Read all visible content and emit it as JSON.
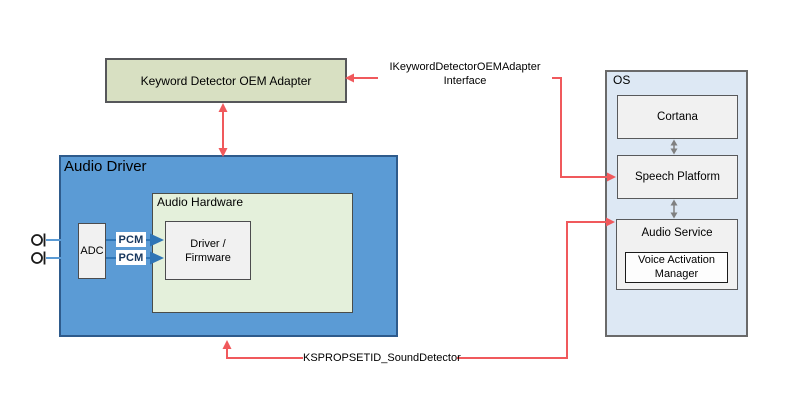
{
  "boxes": {
    "keyword_adapter": "Keyword Detector OEM Adapter",
    "audio_driver": "Audio Driver",
    "audio_hardware": "Audio Hardware",
    "driver_firmware": "Driver / Firmware",
    "adc": "ADC",
    "os": "OS",
    "cortana": "Cortana",
    "speech_platform": "Speech Platform",
    "audio_service": "Audio Service",
    "voice_activation_manager": "Voice Activation Manager"
  },
  "connector_labels": {
    "oem_interface_line1": "IKeywordDetectorOEMAdapter",
    "oem_interface_line2": "Interface",
    "sound_detector": "KSPROPSETID_SoundDetector",
    "pcm_top": "PCM",
    "pcm_bottom": "PCM"
  },
  "icons": {
    "microphone_top": "microphone-schematic-symbol",
    "microphone_bottom": "microphone-schematic-symbol"
  },
  "colors": {
    "box_blue": "#5B9BD5",
    "box_blue_border": "#2E5B8C",
    "box_green": "#D8E0C2",
    "box_light_green": "#E4F0DB",
    "box_light_blue": "#DDE8F4",
    "box_gray": "#F1F1F1",
    "arrow_red": "#F0595C",
    "arrow_blue": "#2E75B6",
    "line_blue": "#5B9BD5",
    "arrow_gray": "#808080",
    "pcm_text": "#17375E"
  }
}
